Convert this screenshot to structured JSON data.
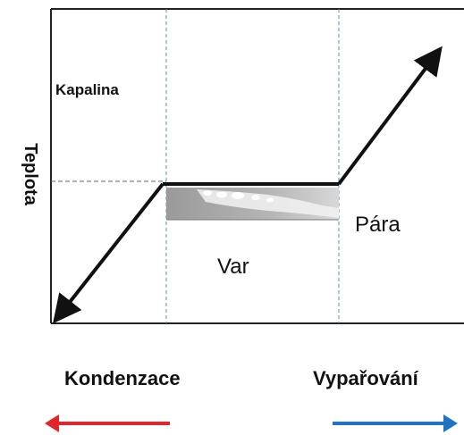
{
  "labels": {
    "y_axis": "Teplota",
    "liquid": "Kapalina",
    "boiling": "Var",
    "vapor": "Pára",
    "condensation": "Kondenzace",
    "evaporation": "Vypařování"
  },
  "colors": {
    "condensation_arrow": "#e0262b",
    "evaporation_arrow": "#1f73bf",
    "curve": "#111111",
    "guide_lines": "#5a8fb0",
    "boiling_fill": "#a9a9a9"
  }
}
